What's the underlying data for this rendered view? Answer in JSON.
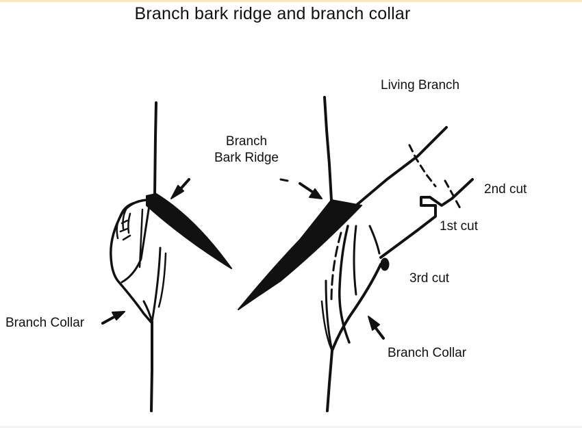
{
  "title": "Branch bark ridge and branch collar",
  "labels": {
    "living_branch": "Living Branch",
    "branch_bark_ridge_line1": "Branch",
    "branch_bark_ridge_line2": "Bark Ridge",
    "second_cut": "2nd cut",
    "first_cut": "1st cut",
    "third_cut": "3rd cut",
    "branch_collar_left": "Branch Collar",
    "branch_collar_right": "Branch Collar"
  },
  "colors": {
    "ink": "#111111",
    "background": "#ffffff"
  }
}
